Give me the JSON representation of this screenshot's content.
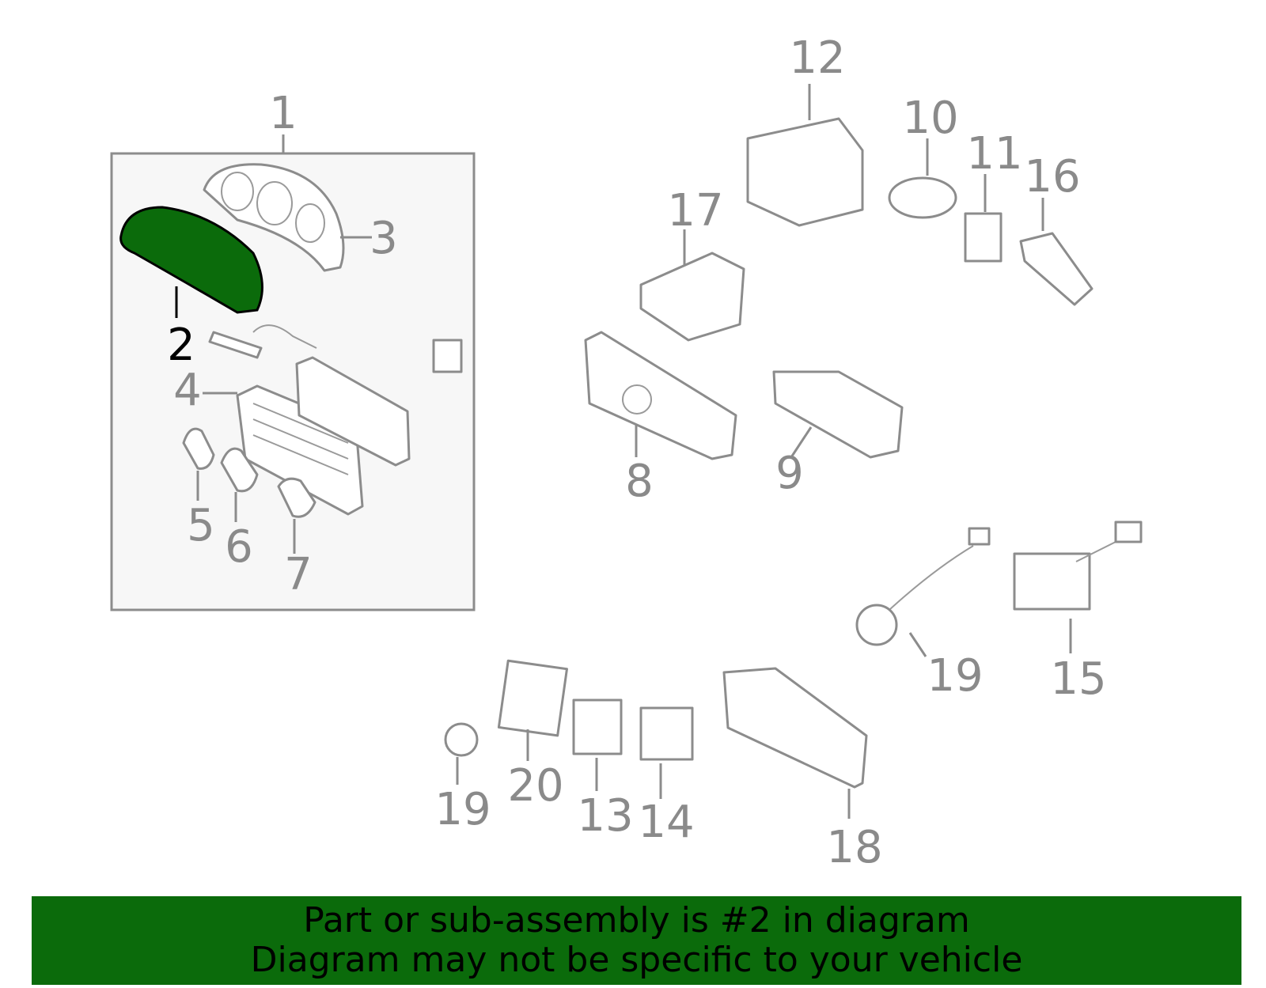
{
  "callouts": {
    "c1": "1",
    "c2": "2",
    "c3": "3",
    "c4": "4",
    "c5": "5",
    "c6": "6",
    "c7": "7",
    "c8": "8",
    "c9": "9",
    "c10": "10",
    "c11": "11",
    "c12": "12",
    "c13": "13",
    "c14": "14",
    "c15": "15",
    "c16": "16",
    "c17": "17",
    "c18": "18",
    "c19a": "19",
    "c19b": "19",
    "c20": "20"
  },
  "highlight": {
    "part_number": "2",
    "color": "#0b6b0b"
  },
  "colors": {
    "line_art": "#8c8c8c",
    "group_box_bg": "#f7f7f7"
  },
  "banner": {
    "line1": "Part or sub-assembly is #2 in diagram",
    "line2": "Diagram may not be specific to your vehicle"
  }
}
